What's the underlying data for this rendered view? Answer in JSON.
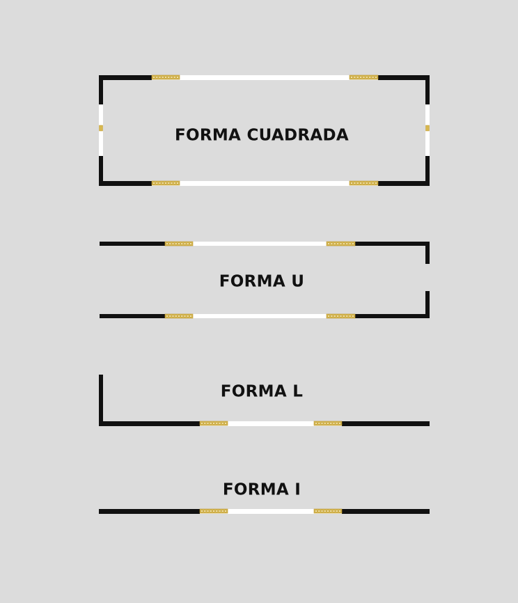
{
  "colors": {
    "background": "#dcdcdc",
    "track": "#111111",
    "section": "#ffffff",
    "led": "#d8b850",
    "led_light": "#f3e3a2",
    "label": "#111111"
  },
  "shapes": [
    {
      "id": "square",
      "title": "FORMA CUADRADA"
    },
    {
      "id": "u",
      "title": "FORMA U"
    },
    {
      "id": "l",
      "title": "FORMA L"
    },
    {
      "id": "i",
      "title": "FORMA I"
    }
  ]
}
